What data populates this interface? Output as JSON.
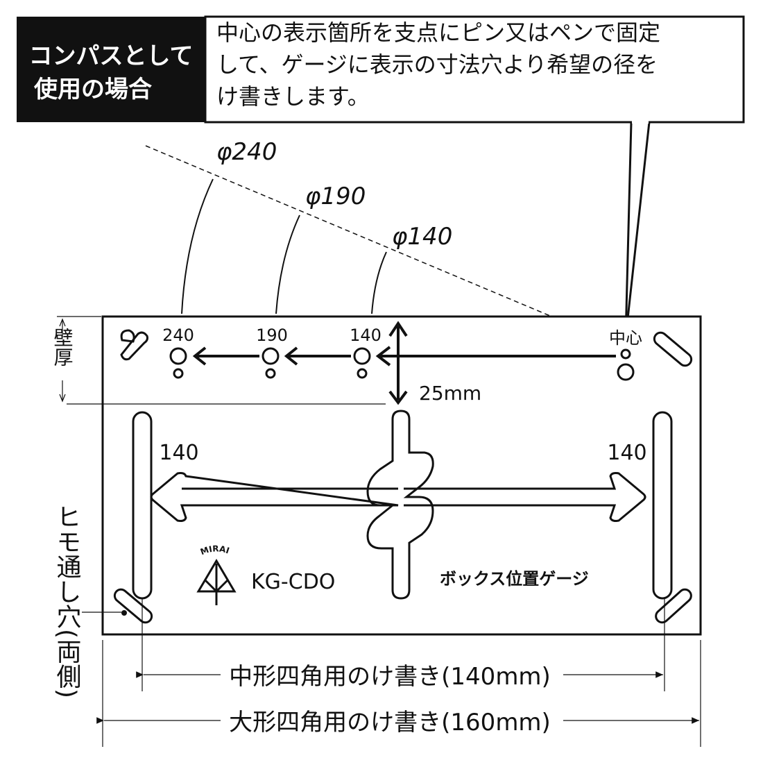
{
  "header": {
    "title_line1": "コンパスとして",
    "title_line2": "使用の場合",
    "callout_line1": "中心の表示箇所を支点にピン又はペンで固定",
    "callout_line2": "して、ゲージに表示の寸法穴より希望の径を",
    "callout_line3": "け書きします。"
  },
  "diameters": {
    "d240": "φ240",
    "d190": "φ190",
    "d140": "φ140"
  },
  "gauge": {
    "hole_240": "240",
    "hole_190": "190",
    "hole_140": "140",
    "center": "中心",
    "offset_25": "25mm",
    "span_left": "140",
    "span_right": "140",
    "brand": "MIRAI",
    "model": "KG-CDO",
    "product_name": "ボックス位置ゲージ"
  },
  "labels": {
    "wall_thickness": "壁厚",
    "string_hole": "ヒモ通し穴(両側)",
    "medium_square": "中形四角用のけ書き(140mm)",
    "large_square": "大形四角用のけ書き(160mm)"
  },
  "colors": {
    "ink": "#111111",
    "header_bg": "#111111",
    "header_text": "#ffffff"
  }
}
